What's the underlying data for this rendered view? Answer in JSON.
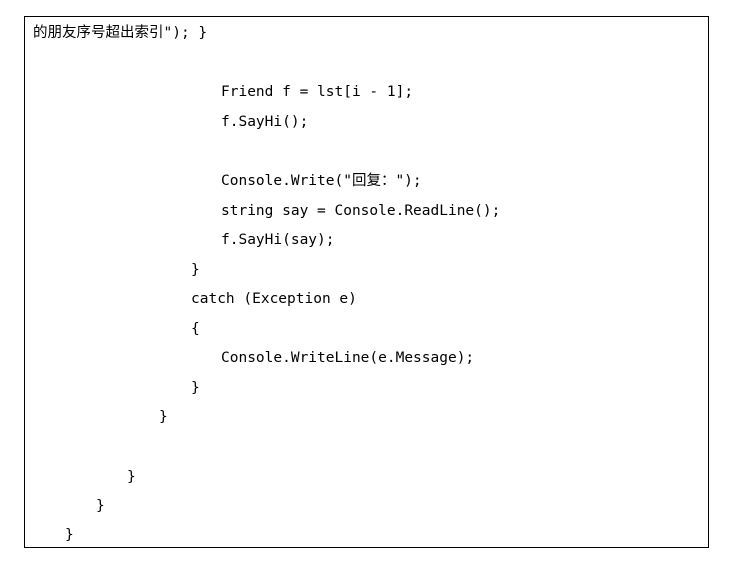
{
  "code": {
    "lines": [
      "的朋友序号超出索引\"); }",
      "",
      "Friend f = lst[i - 1];",
      "f.SayHi();",
      "",
      "Console.Write(\"回复：\");",
      "string say = Console.ReadLine();",
      "f.SayHi(say);",
      "}",
      "catch (Exception e)",
      "{",
      "Console.WriteLine(e.Message);",
      "}",
      "}",
      "",
      "}",
      "}",
      "}"
    ]
  }
}
